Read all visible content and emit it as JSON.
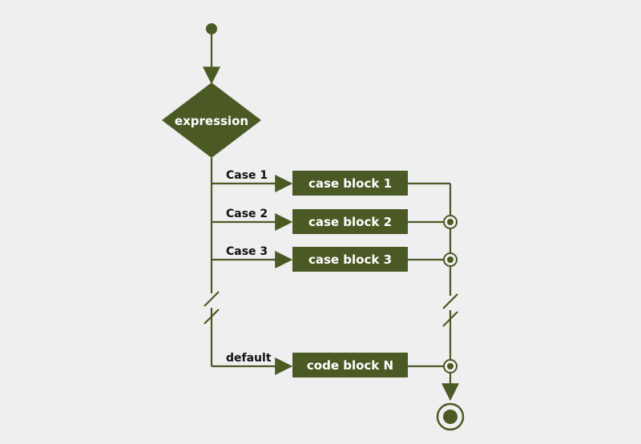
{
  "diagram": {
    "nodes": {
      "decision": "expression",
      "case1": "case block 1",
      "case2": "case block 2",
      "case3": "case block 3",
      "default": "code block N"
    },
    "edges": {
      "case1": "Case 1",
      "case2": "Case 2",
      "case3": "Case 3",
      "default": "default"
    },
    "colors": {
      "node_fill": "#4b5a24",
      "line": "#4b5a24",
      "node_text": "#ffffff",
      "label_text": "#111111",
      "background": "#efefef"
    }
  }
}
